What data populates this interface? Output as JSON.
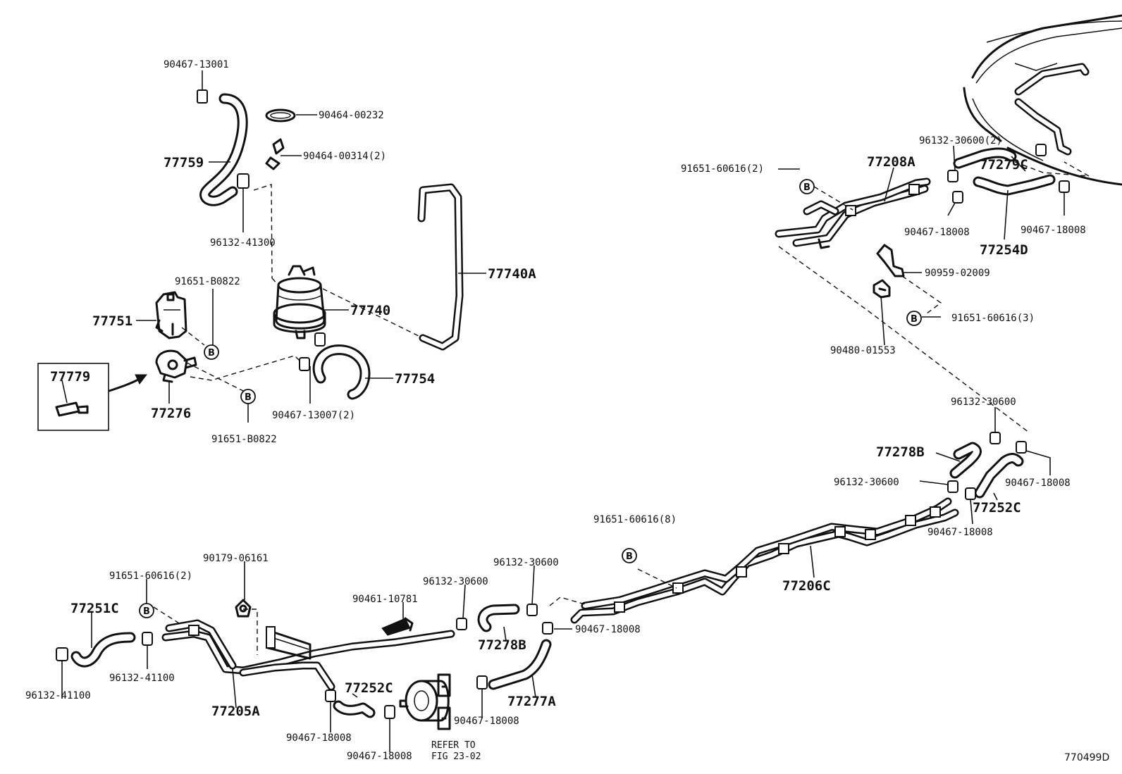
{
  "labels": {
    "l_9046713001": "90467-13001",
    "l_9046400232": "90464-00232",
    "l_77759": "77759",
    "l_9046400314": "90464-00314(2)",
    "l_9613241300": "96132-41300",
    "l_77740A": "77740A",
    "l_91651B0822a": "91651-B0822",
    "l_77751": "77751",
    "l_77740": "77740",
    "l_77779": "77779",
    "l_77276": "77276",
    "l_91651B0822b": "91651-B0822",
    "l_9046713007": "90467-13007(2)",
    "l_77754": "77754",
    "l_9613230600a": "96132-30600(2)",
    "l_77208A": "77208A",
    "l_9165160616a": "91651-60616(2)",
    "l_77279C": "77279C",
    "l_9046718008a": "90467-18008",
    "l_9046718008b": "90467-18008",
    "l_77254D": "77254D",
    "l_9095902009": "90959-02009",
    "l_9165160616b": "91651-60616(3)",
    "l_9048001553": "90480-01553",
    "l_9613230600b": "96132-30600",
    "l_77278Ba": "77278B",
    "l_9046718008c": "90467-18008",
    "l_9613230600c": "96132-30600",
    "l_77252Ca": "77252C",
    "l_9046718008d": "90467-18008",
    "l_9165160616c": "91651-60616(8)",
    "l_77206C": "77206C",
    "l_9017906161": "90179-06161",
    "l_9165160616d": "91651-60616(2)",
    "l_9613230600d": "96132-30600",
    "l_9613230600e": "96132-30600",
    "l_9046110781": "90461-10781",
    "l_77251C": "77251C",
    "l_9046718008e": "90467-18008",
    "l_77278Bb": "77278B",
    "l_9613241100a": "96132-41100",
    "l_9613241100b": "96132-41100",
    "l_77205A": "77205A",
    "l_77252Cb": "77252C",
    "l_77277A": "77277A",
    "l_9046718008f": "90467-18008",
    "l_9046718008g": "90467-18008",
    "l_9046718008h": "90467-18008",
    "ref_line1": "REFER TO",
    "ref_line2": "FIG 23-02",
    "diagram_code": "770499D",
    "bolt_letter": "B"
  }
}
